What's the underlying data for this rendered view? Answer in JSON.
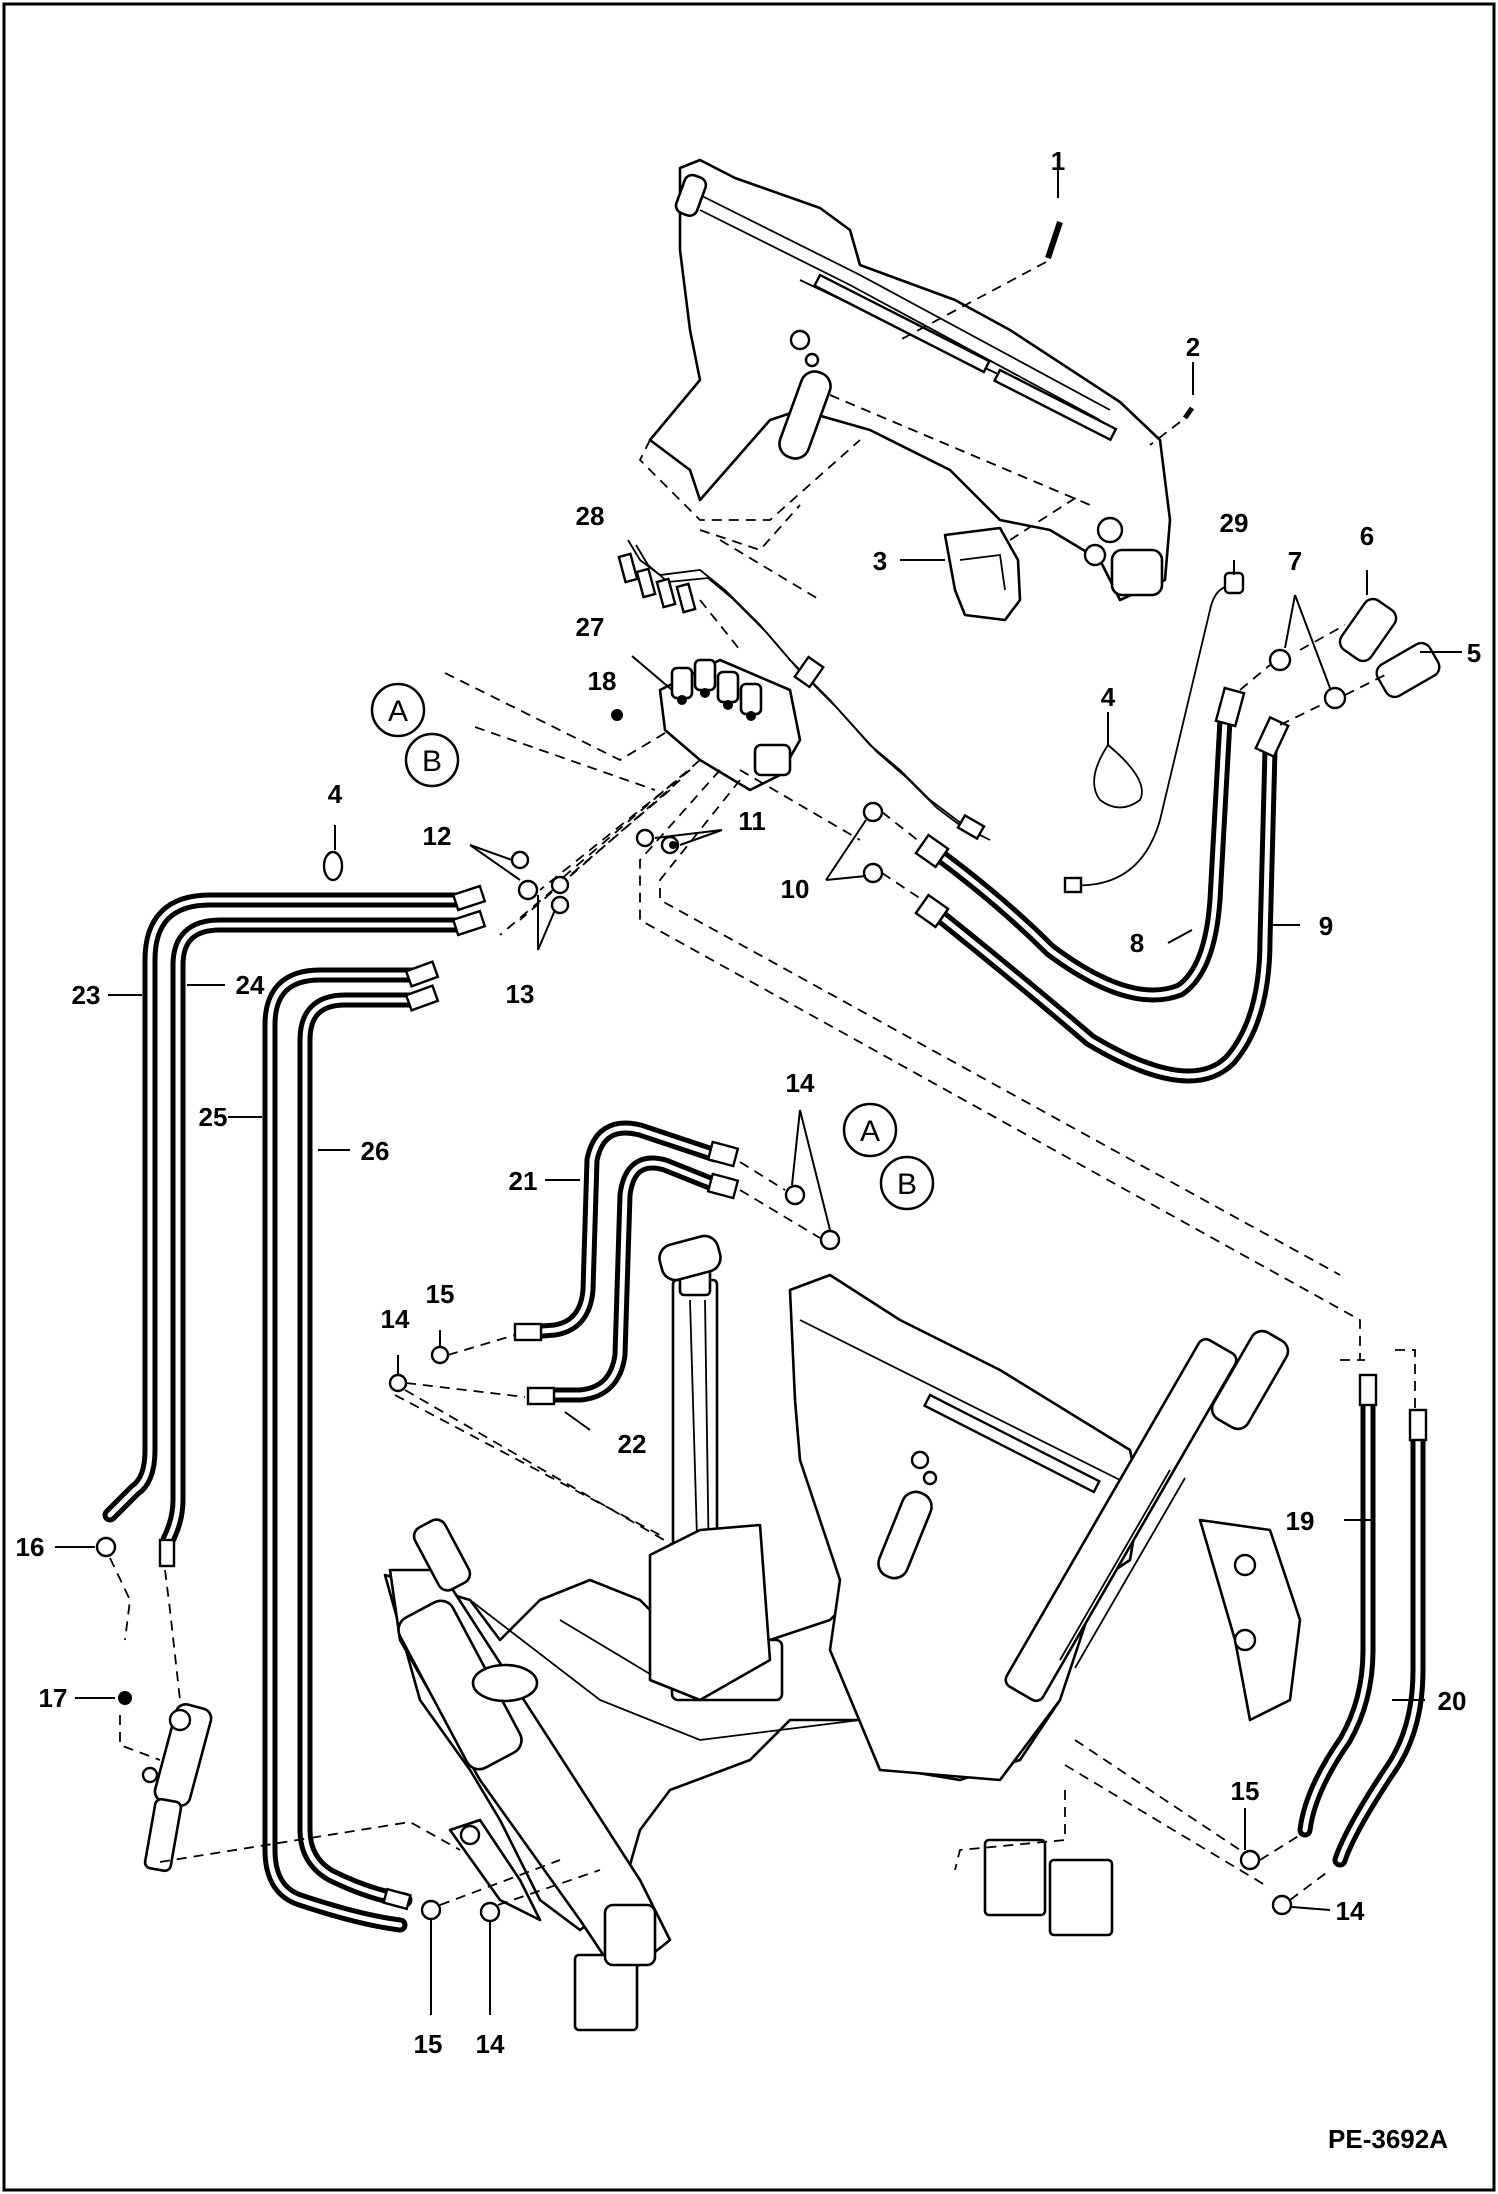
{
  "drawing": {
    "reference": "PE-3692A",
    "callouts": [
      {
        "id": "1",
        "text": "1"
      },
      {
        "id": "2",
        "text": "2"
      },
      {
        "id": "3",
        "text": "3"
      },
      {
        "id": "4a",
        "text": "4"
      },
      {
        "id": "4b",
        "text": "4"
      },
      {
        "id": "5",
        "text": "5"
      },
      {
        "id": "6",
        "text": "6"
      },
      {
        "id": "7",
        "text": "7"
      },
      {
        "id": "8",
        "text": "8"
      },
      {
        "id": "9",
        "text": "9"
      },
      {
        "id": "10",
        "text": "10"
      },
      {
        "id": "11",
        "text": "11"
      },
      {
        "id": "12",
        "text": "12"
      },
      {
        "id": "13",
        "text": "13"
      },
      {
        "id": "14a",
        "text": "14"
      },
      {
        "id": "14b",
        "text": "14"
      },
      {
        "id": "14c",
        "text": "14"
      },
      {
        "id": "14d",
        "text": "14"
      },
      {
        "id": "15a",
        "text": "15"
      },
      {
        "id": "15b",
        "text": "15"
      },
      {
        "id": "15c",
        "text": "15"
      },
      {
        "id": "16",
        "text": "16"
      },
      {
        "id": "17",
        "text": "17"
      },
      {
        "id": "18",
        "text": "18"
      },
      {
        "id": "19",
        "text": "19"
      },
      {
        "id": "20",
        "text": "20"
      },
      {
        "id": "21",
        "text": "21"
      },
      {
        "id": "22",
        "text": "22"
      },
      {
        "id": "23",
        "text": "23"
      },
      {
        "id": "24",
        "text": "24"
      },
      {
        "id": "25",
        "text": "25"
      },
      {
        "id": "26",
        "text": "26"
      },
      {
        "id": "27",
        "text": "27"
      },
      {
        "id": "28",
        "text": "28"
      },
      {
        "id": "29",
        "text": "29"
      }
    ],
    "circled_refs": [
      {
        "id": "A1",
        "text": "A"
      },
      {
        "id": "B1",
        "text": "B"
      },
      {
        "id": "A2",
        "text": "A"
      },
      {
        "id": "B2",
        "text": "B"
      }
    ]
  }
}
